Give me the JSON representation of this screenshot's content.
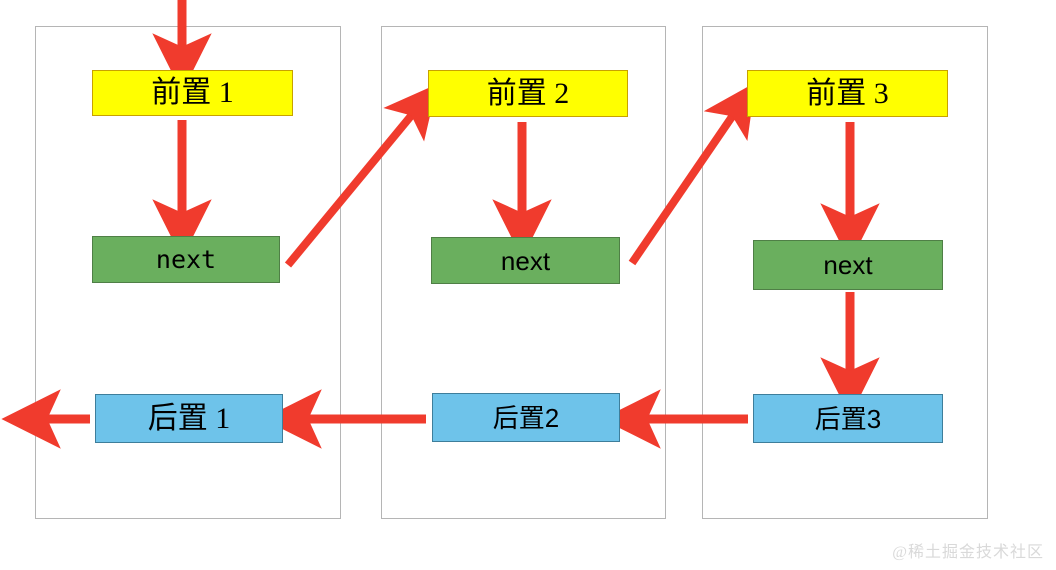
{
  "diagram": {
    "title": "Interceptor chain pre/next/post diagram",
    "background": "#ffffff",
    "arrow_color": "#f03b2d",
    "panel_border_color": "#b5b5b5",
    "colors": {
      "pre_fill": "#ffff00",
      "pre_border": "#c8a200",
      "next_fill": "#6aaf5e",
      "next_border": "#4f7f46",
      "post_fill": "#6ec3ea",
      "post_border": "#3e7e9b",
      "arrow": "#f03b2d",
      "watermark": "#d9d9d9"
    }
  },
  "panels": [
    {
      "id": "panel-1",
      "pre_label": "前置 1",
      "next_label": "next",
      "post_label": "后置 1"
    },
    {
      "id": "panel-2",
      "pre_label": "前置 2",
      "next_label": "next",
      "post_label": "后置2"
    },
    {
      "id": "panel-3",
      "pre_label": "前置 3",
      "next_label": "next",
      "post_label": "后置3"
    }
  ],
  "watermark": {
    "text": "@稀土掘金技术社区"
  }
}
